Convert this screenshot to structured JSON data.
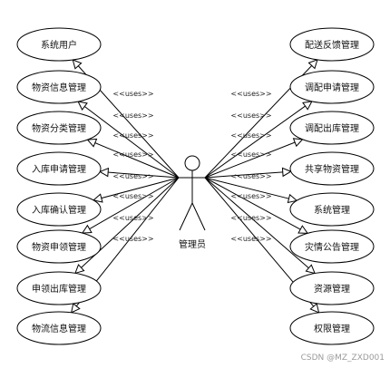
{
  "actor": {
    "label": "管理员"
  },
  "left_use_cases": [
    {
      "label": "系统用户"
    },
    {
      "label": "物资信息管理"
    },
    {
      "label": "物资分类管理"
    },
    {
      "label": "入库申请管理"
    },
    {
      "label": "入库确认管理"
    },
    {
      "label": "物资申领管理"
    },
    {
      "label": "申领出库管理"
    },
    {
      "label": "物流信息管理"
    }
  ],
  "right_use_cases": [
    {
      "label": "配送反馈管理"
    },
    {
      "label": "调配申请管理"
    },
    {
      "label": "调配出库管理"
    },
    {
      "label": "共享物资管理"
    },
    {
      "label": "系统管理"
    },
    {
      "label": "灾情公告管理"
    },
    {
      "label": "资源管理"
    },
    {
      "label": "权限管理"
    }
  ],
  "relation_label": "<<uses>>",
  "watermark": "CSDN @MZ_ZXD001"
}
